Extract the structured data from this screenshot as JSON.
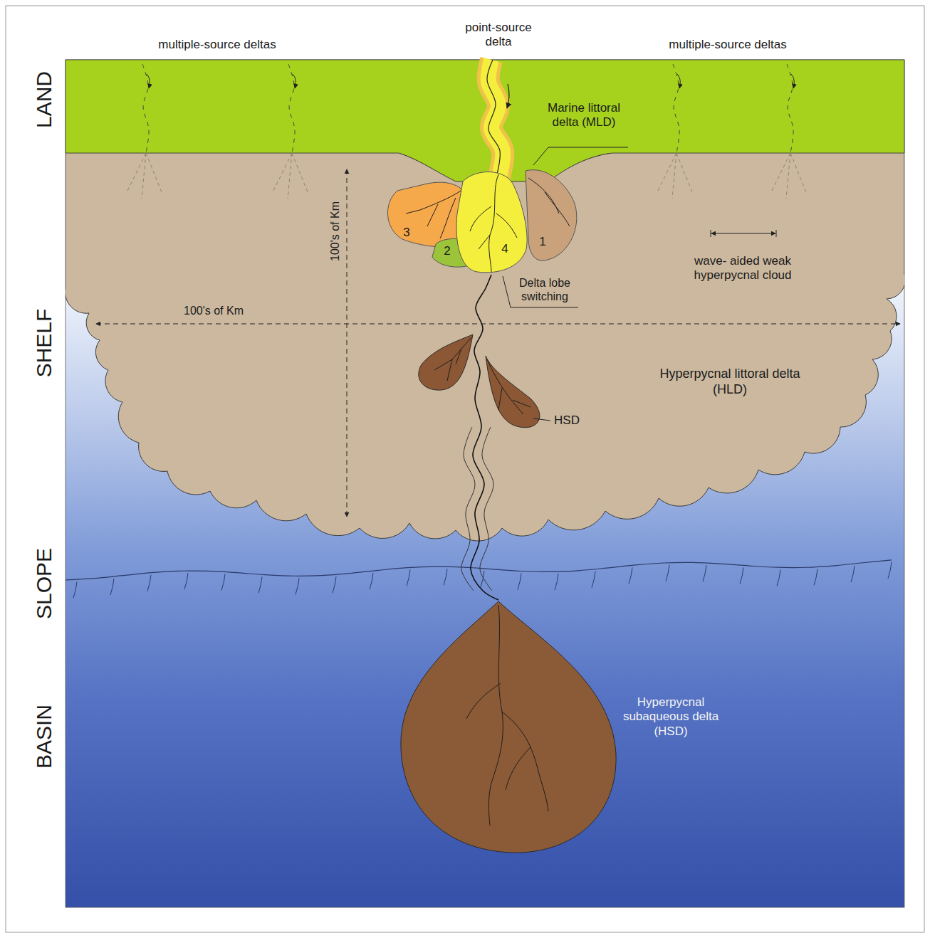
{
  "diagram": {
    "nodes": [
      {
        "text": [
          "Hyperpycnal littoral delta (HLD)"
        ]
      },
      {
        "text": [
          "3"
        ],
        "in": 0
      },
      {
        "text": [
          "2"
        ],
        "in": 0
      },
      {
        "text": [
          "4"
        ],
        "in": 0
      },
      {
        "text": [
          "1"
        ],
        "in": 0
      },
      {
        "text": [
          "Hyperpycnal subaqueous delta (HSD)"
        ]
      }
    ],
    "edges": [
      {
        "from": 3,
        "to": 5,
        "arrow": "none"
      }
    ],
    "labels": [
      "LAND",
      "SHELF",
      "SLOPE",
      "BASIN",
      "multiple-source deltas",
      "point-source delta",
      "multiple-source deltas",
      "Marine littoral delta (MLD)",
      "100's of Km",
      "wave- aided weak hyperpycnal cloud",
      "Delta lobe switching",
      "100's of Km",
      "HSD"
    ]
  }
}
